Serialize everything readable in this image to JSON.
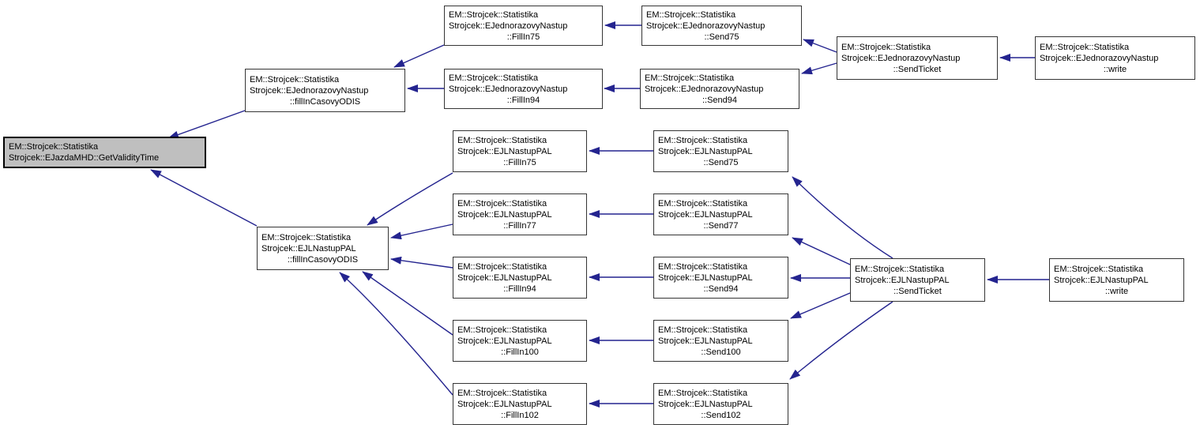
{
  "diagram": {
    "type": "doxygen-caller-graph",
    "background": "#ffffff",
    "node_fill": "#ffffff",
    "node_border_color": "#353535",
    "highlight_fill": "#bfbfbf",
    "highlight_border_color": "#000000",
    "text_color": "#000000",
    "edge_color": "#24248f"
  },
  "nodes": [
    {
      "id": "root",
      "highlighted": true,
      "lines": [
        "EM::Strojcek::Statistika",
        "Strojcek::EJazdaMHD::GetValidityTime"
      ]
    },
    {
      "id": "ejn_fill_odis",
      "lines": [
        "EM::Strojcek::Statistika",
        "Strojcek::EJednorazovyNastup",
        "::fillInCasovyODIS"
      ]
    },
    {
      "id": "ejn_fillin75",
      "lines": [
        "EM::Strojcek::Statistika",
        "Strojcek::EJednorazovyNastup",
        "::FillIn75"
      ]
    },
    {
      "id": "ejn_send75",
      "lines": [
        "EM::Strojcek::Statistika",
        "Strojcek::EJednorazovyNastup",
        "::Send75"
      ]
    },
    {
      "id": "ejn_fillin94",
      "lines": [
        "EM::Strojcek::Statistika",
        "Strojcek::EJednorazovyNastup",
        "::FillIn94"
      ]
    },
    {
      "id": "ejn_send94",
      "lines": [
        "EM::Strojcek::Statistika",
        "Strojcek::EJednorazovyNastup",
        "::Send94"
      ]
    },
    {
      "id": "ejn_sendticket",
      "lines": [
        "EM::Strojcek::Statistika",
        "Strojcek::EJednorazovyNastup",
        "::SendTicket"
      ]
    },
    {
      "id": "ejn_write",
      "lines": [
        "EM::Strojcek::Statistika",
        "Strojcek::EJednorazovyNastup",
        "::write"
      ]
    },
    {
      "id": "ejl_fill_odis",
      "lines": [
        "EM::Strojcek::Statistika",
        "Strojcek::EJLNastupPAL",
        "::fillInCasovyODIS"
      ]
    },
    {
      "id": "ejl_fillin75",
      "lines": [
        "EM::Strojcek::Statistika",
        "Strojcek::EJLNastupPAL",
        "::FillIn75"
      ]
    },
    {
      "id": "ejl_send75",
      "lines": [
        "EM::Strojcek::Statistika",
        "Strojcek::EJLNastupPAL",
        "::Send75"
      ]
    },
    {
      "id": "ejl_fillin77",
      "lines": [
        "EM::Strojcek::Statistika",
        "Strojcek::EJLNastupPAL",
        "::FillIn77"
      ]
    },
    {
      "id": "ejl_send77",
      "lines": [
        "EM::Strojcek::Statistika",
        "Strojcek::EJLNastupPAL",
        "::Send77"
      ]
    },
    {
      "id": "ejl_fillin94",
      "lines": [
        "EM::Strojcek::Statistika",
        "Strojcek::EJLNastupPAL",
        "::FillIn94"
      ]
    },
    {
      "id": "ejl_send94",
      "lines": [
        "EM::Strojcek::Statistika",
        "Strojcek::EJLNastupPAL",
        "::Send94"
      ]
    },
    {
      "id": "ejl_fillin100",
      "lines": [
        "EM::Strojcek::Statistika",
        "Strojcek::EJLNastupPAL",
        "::FillIn100"
      ]
    },
    {
      "id": "ejl_send100",
      "lines": [
        "EM::Strojcek::Statistika",
        "Strojcek::EJLNastupPAL",
        "::Send100"
      ]
    },
    {
      "id": "ejl_fillin102",
      "lines": [
        "EM::Strojcek::Statistika",
        "Strojcek::EJLNastupPAL",
        "::FillIn102"
      ]
    },
    {
      "id": "ejl_send102",
      "lines": [
        "EM::Strojcek::Statistika",
        "Strojcek::EJLNastupPAL",
        "::Send102"
      ]
    },
    {
      "id": "ejl_sendticket",
      "lines": [
        "EM::Strojcek::Statistika",
        "Strojcek::EJLNastupPAL",
        "::SendTicket"
      ]
    },
    {
      "id": "ejl_write",
      "lines": [
        "EM::Strojcek::Statistika",
        "Strojcek::EJLNastupPAL",
        "::write"
      ]
    }
  ],
  "edges": [
    {
      "from": "ejn_fill_odis",
      "to": "root"
    },
    {
      "from": "ejl_fill_odis",
      "to": "root"
    },
    {
      "from": "ejn_fillin75",
      "to": "ejn_fill_odis"
    },
    {
      "from": "ejn_fillin94",
      "to": "ejn_fill_odis"
    },
    {
      "from": "ejn_send75",
      "to": "ejn_fillin75"
    },
    {
      "from": "ejn_send94",
      "to": "ejn_fillin94"
    },
    {
      "from": "ejn_sendticket",
      "to": "ejn_send75"
    },
    {
      "from": "ejn_sendticket",
      "to": "ejn_send94"
    },
    {
      "from": "ejn_write",
      "to": "ejn_sendticket"
    },
    {
      "from": "ejl_fillin75",
      "to": "ejl_fill_odis"
    },
    {
      "from": "ejl_fillin77",
      "to": "ejl_fill_odis"
    },
    {
      "from": "ejl_fillin94",
      "to": "ejl_fill_odis"
    },
    {
      "from": "ejl_fillin100",
      "to": "ejl_fill_odis"
    },
    {
      "from": "ejl_fillin102",
      "to": "ejl_fill_odis"
    },
    {
      "from": "ejl_send75",
      "to": "ejl_fillin75"
    },
    {
      "from": "ejl_send77",
      "to": "ejl_fillin77"
    },
    {
      "from": "ejl_send94",
      "to": "ejl_fillin94"
    },
    {
      "from": "ejl_send100",
      "to": "ejl_fillin100"
    },
    {
      "from": "ejl_send102",
      "to": "ejl_fillin102"
    },
    {
      "from": "ejl_sendticket",
      "to": "ejl_send75"
    },
    {
      "from": "ejl_sendticket",
      "to": "ejl_send77"
    },
    {
      "from": "ejl_sendticket",
      "to": "ejl_send94"
    },
    {
      "from": "ejl_sendticket",
      "to": "ejl_send100"
    },
    {
      "from": "ejl_sendticket",
      "to": "ejl_send102"
    },
    {
      "from": "ejl_write",
      "to": "ejl_sendticket"
    }
  ]
}
